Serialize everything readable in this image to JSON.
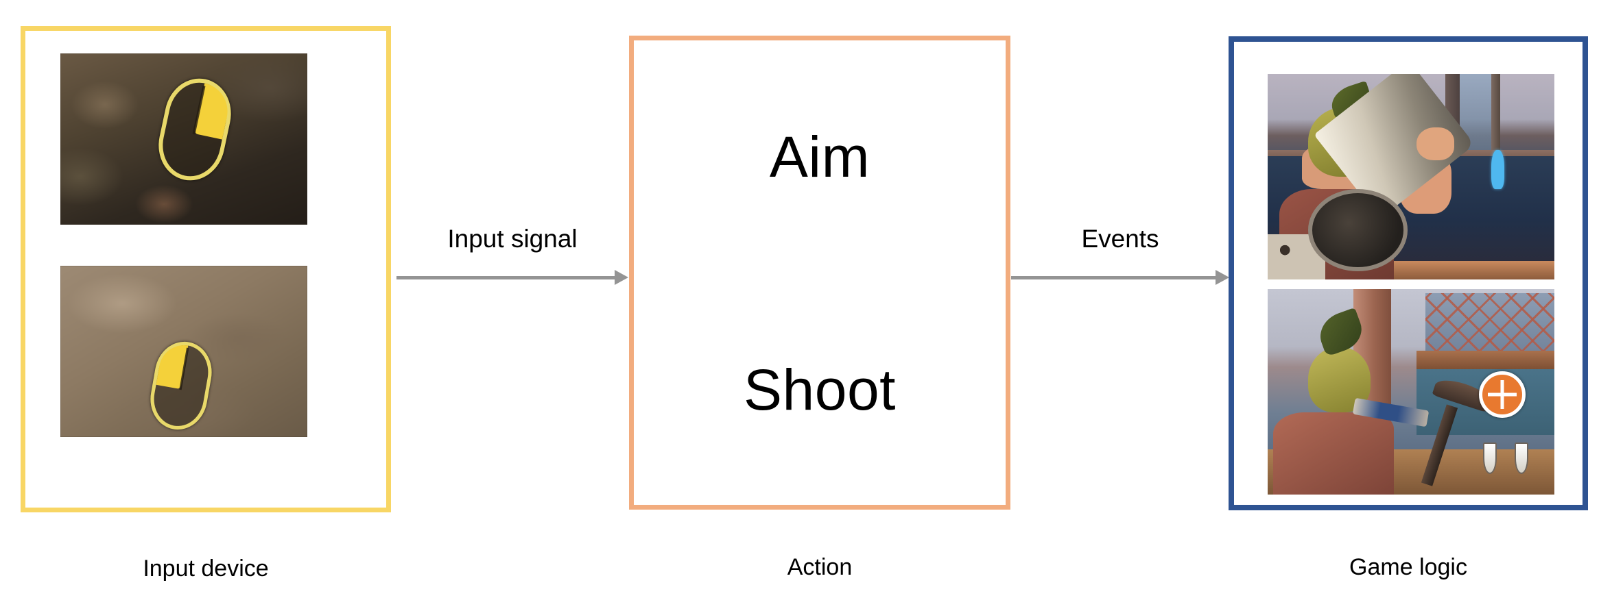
{
  "diagram": {
    "title": "Input device to action to game logic flow",
    "colors": {
      "input_device_border": "#F8D665",
      "action_border": "#F2AC7E",
      "game_logic_border": "#2E5392",
      "arrow": "#949494",
      "text": "#000000",
      "background": "#FFFFFF",
      "target_marker": "#4FB8F0",
      "crosshair_badge": "#E8792F"
    },
    "nodes": [
      {
        "id": "input-device",
        "caption": "Input device",
        "thumbnails": [
          {
            "name": "mouse-right-button-highlighted",
            "description": "Mouse HUD icon with right button highlighted on dark ground texture"
          },
          {
            "name": "mouse-left-button-highlighted",
            "description": "Mouse HUD icon with left button highlighted on light ground texture"
          }
        ]
      },
      {
        "id": "action",
        "caption": "Action",
        "items": [
          "Aim",
          "Shoot"
        ]
      },
      {
        "id": "game-logic",
        "caption": "Game logic",
        "thumbnails": [
          {
            "name": "character-aiming-weapon",
            "description": "Character aiming a nail-gun at a blue highlighted target"
          },
          {
            "name": "character-shot-landed",
            "description": "Character after shooting, crosshair badge and nail pips shown"
          }
        ]
      }
    ],
    "edges": [
      {
        "id": "edge-input-signal",
        "label": "Input signal",
        "from": "input-device",
        "to": "action"
      },
      {
        "id": "edge-events",
        "label": "Events",
        "from": "action",
        "to": "game-logic"
      }
    ]
  }
}
